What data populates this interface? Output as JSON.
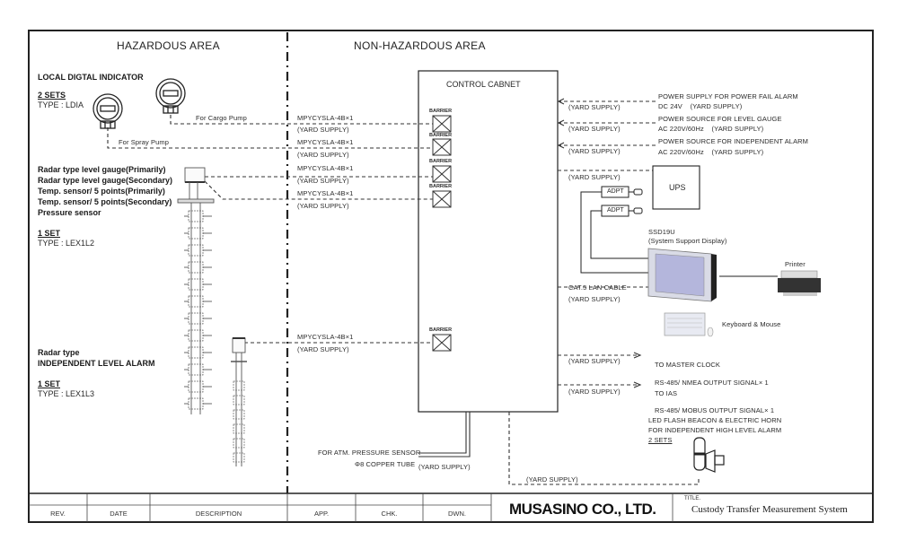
{
  "areas": {
    "hazardous": "HAZARDOUS AREA",
    "non_hazardous": "NON-HAZARDOUS AREA"
  },
  "local_indicator": {
    "title": "LOCAL DIGTAL INDICATOR",
    "qty": "2 SETS",
    "type": "TYPE : LDIA",
    "cargo": "For Cargo Pump",
    "spray": "For Spray Pump"
  },
  "level_gauge": {
    "lines": [
      "Radar type level gauge(Primarily)",
      "Radar type level gauge(Secondary)",
      "Temp. sensor/ 5 points(Primarily)",
      "Temp. sensor/ 5 points(Secondary)",
      "Pressure sensor"
    ],
    "qty": "1 SET",
    "type": "TYPE : LEX1L2"
  },
  "level_alarm": {
    "line1": "Radar type",
    "line2": "INDEPENDENT LEVEL ALARM",
    "qty": "1 SET",
    "type": "TYPE : LEX1L3"
  },
  "cables": [
    {
      "name": "MPYCYSLA-4B×1",
      "supply": "(YARD SUPPLY)"
    },
    {
      "name": "MPYCYSLA-4B×1",
      "supply": "(YARD SUPPLY)"
    },
    {
      "name": "MPYCYSLA-4B×1",
      "supply": "(YARD SUPPLY)"
    },
    {
      "name": "MPYCYSLA-4B×1",
      "supply": "(YARD SUPPLY)"
    },
    {
      "name": "MPYCYSLA-4B×1",
      "supply": "(YARD SUPPLY)"
    }
  ],
  "barrier_label": "BARRIER",
  "control_cabinet": "CONTROL CABNET",
  "power_inputs": [
    {
      "supply": "(YARD SUPPLY)",
      "line1": "POWER SUPPLY FOR POWER FAIL ALARM",
      "line2": "DC 24V    (YARD SUPPLY)"
    },
    {
      "supply": "(YARD SUPPLY)",
      "line1": "POWER SOURCE FOR LEVEL GAUGE",
      "line2": "AC 220V/60Hz    (YARD SUPPLY)"
    },
    {
      "supply": "(YARD SUPPLY)",
      "line1": "POWER SOURCE FOR INDEPENDENT ALARM",
      "line2": "AC 220V/60Hz    (YARD SUPPLY)"
    }
  ],
  "ups": {
    "supply": "(YARD SUPPLY)",
    "label": "UPS",
    "adapter": "ADPT"
  },
  "display": {
    "model": "SSD19U",
    "desc": "(System Support Display)"
  },
  "printer": "Printer",
  "keyboard": "Keyboard & Mouse",
  "lan": {
    "name": "CAT.5 LAN CABLE",
    "supply": "(YARD SUPPLY)"
  },
  "outputs": [
    {
      "supply": "(YARD SUPPLY)",
      "label": "TO MASTER CLOCK"
    },
    {
      "supply": "(YARD SUPPLY)",
      "label": "RS-485/ NMEA OUTPUT SIGNAL× 1",
      "label2": "TO IAS"
    }
  ],
  "beacon": {
    "signal": "RS-485/ MOBUS OUTPUT SIGNAL× 1",
    "line1": "LED FLASH BEACON & ELECTRIC HORN",
    "line2": "FOR INDEPENDENT HIGH LEVEL ALARM",
    "qty": "2 SETS",
    "supply": "(YARD SUPPLY)"
  },
  "atm": {
    "line1": "FOR ATM. PRESSURE SENSOR",
    "line2": "Φ8 COPPER TUBE",
    "supply": "(YARD SUPPLY)"
  },
  "title_block": {
    "columns": [
      "REV.",
      "DATE",
      "DESCRIPTION",
      "APP.",
      "CHK.",
      "DWN."
    ],
    "company": "MUSASINO CO., LTD.",
    "title_label": "TITLE.",
    "title": "Custody Transfer Measurement System"
  }
}
